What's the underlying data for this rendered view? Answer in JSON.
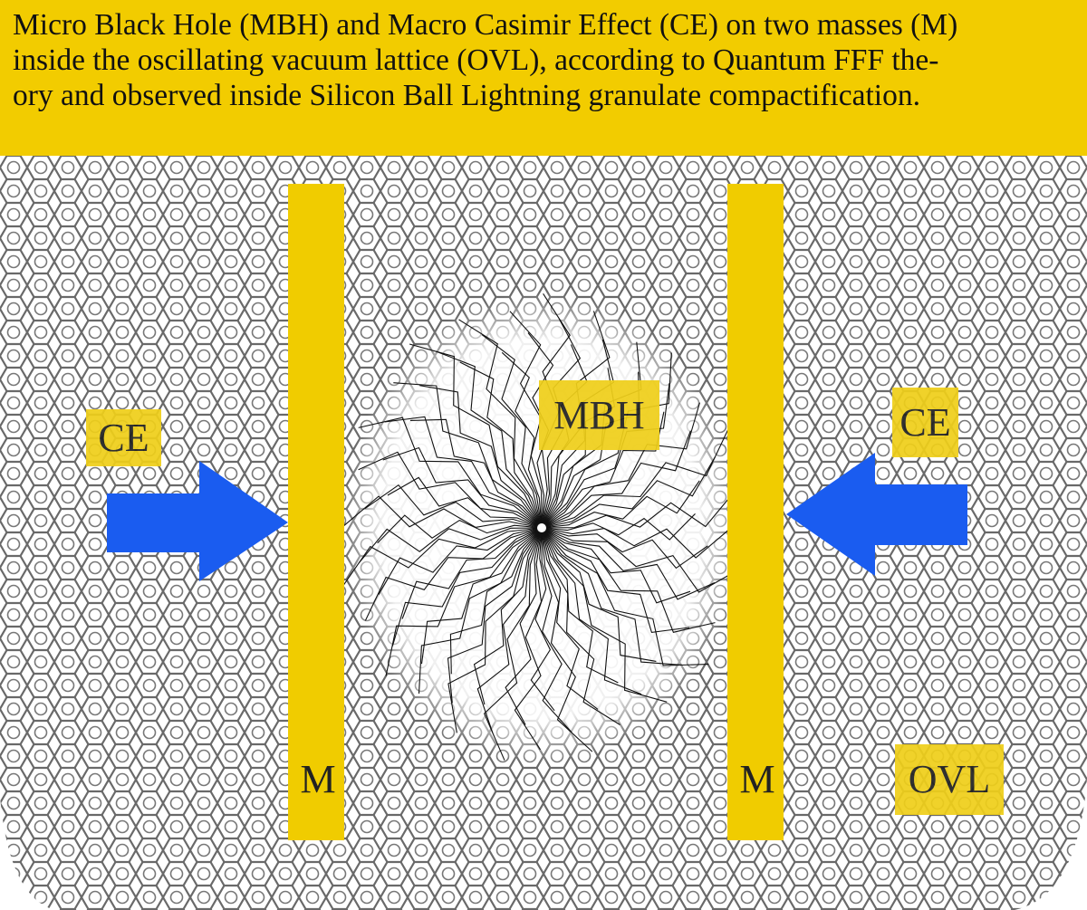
{
  "title": "Micro Black Hole (MBH) and Macro Casimir Effect (CE) on two masses (M)\ninside the oscillating vacuum lattice (OVL), according to Quantum FFF the-\nory and observed inside Silicon  Ball Lightning  granulate compactification.",
  "labels": {
    "ce_left": "CE",
    "ce_right": "CE",
    "mbh": "MBH",
    "mass_left": "M",
    "mass_right": "M",
    "ovl": "OVL"
  },
  "colors": {
    "header": "#f2cc00",
    "mass": "#f0cc00",
    "arrow": "#1a5cf0",
    "lattice": "#333333"
  }
}
